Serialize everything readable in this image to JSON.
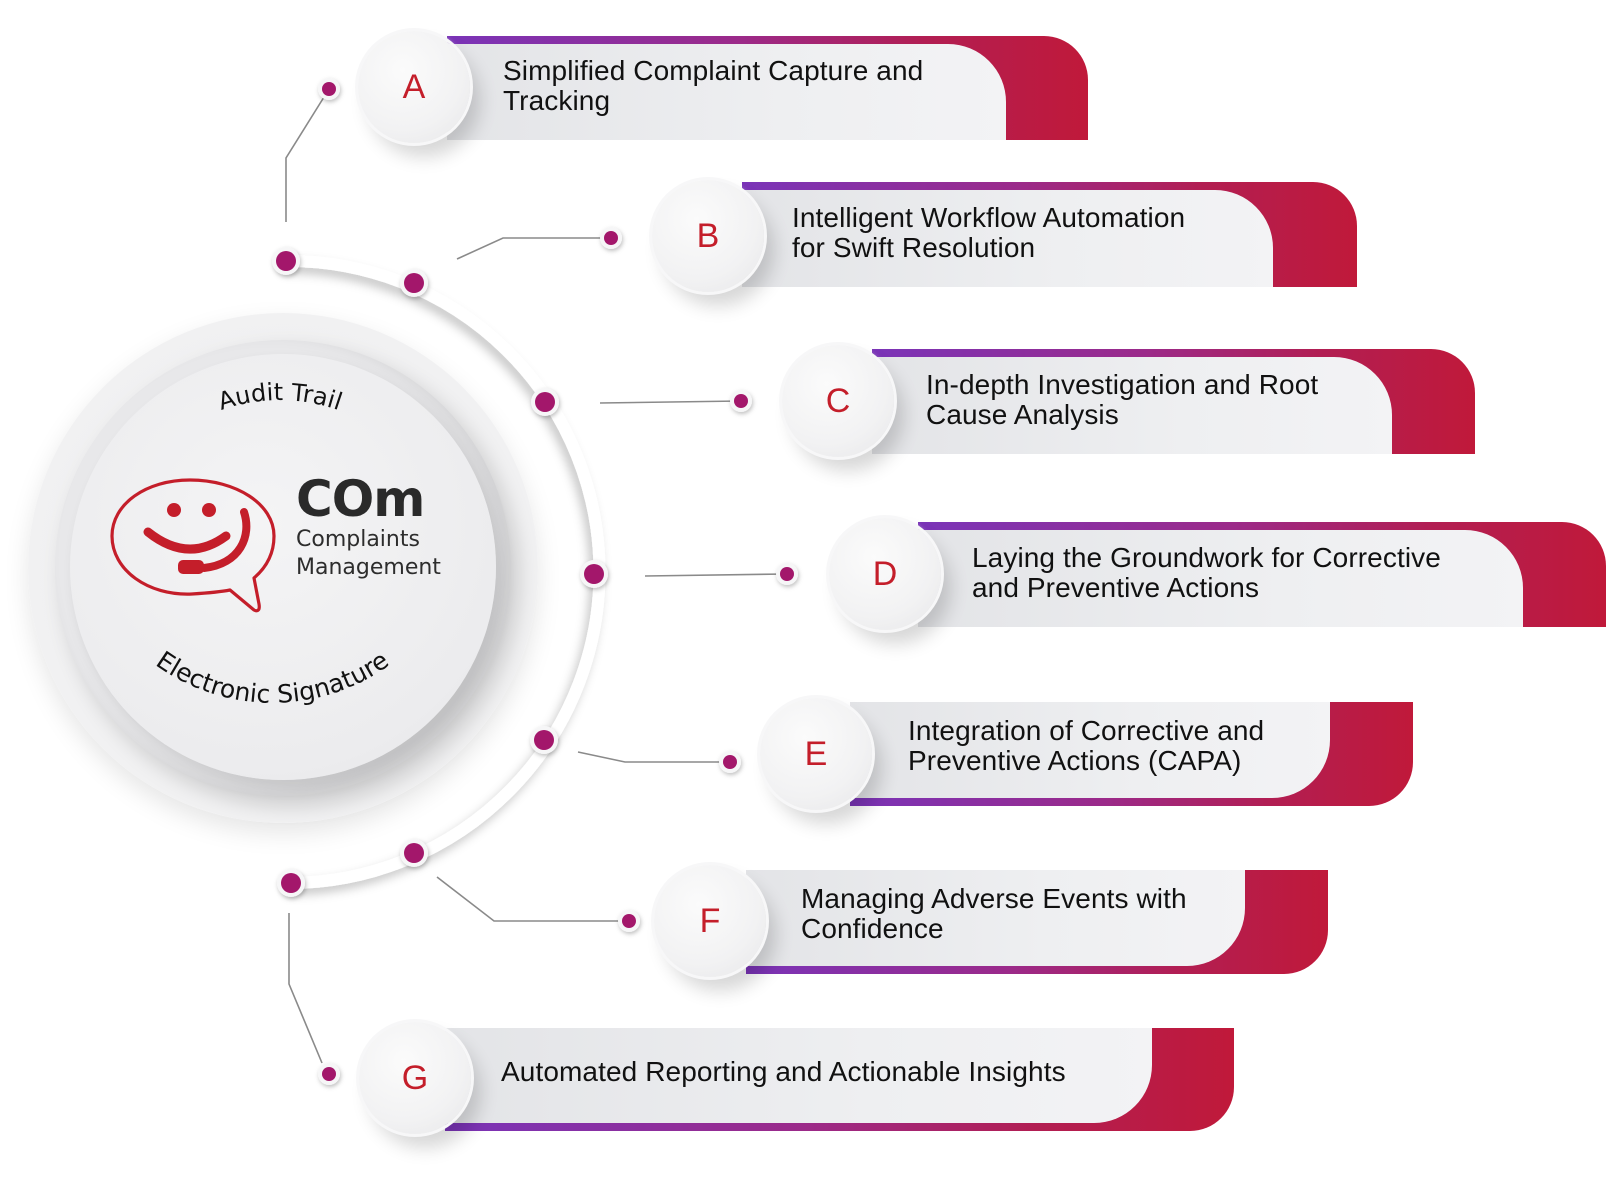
{
  "center": {
    "brand": "COm",
    "subtitle_line1": "Complaints",
    "subtitle_line2": "Management",
    "top_curved_text": "Audit Trail",
    "bottom_curved_text": "Electronic Signature",
    "logo_icon": "smiling-chat-bubble-headset-icon"
  },
  "colors": {
    "accent_red": "#c41e2a",
    "dot_magenta": "#a3176b",
    "gradient_start_purple": "#7a34b8",
    "gradient_end_red": "#c0193a",
    "panel_gray": "#eeeff1",
    "text_dark": "#111111"
  },
  "items": [
    {
      "letter": "A",
      "line1": "Simplified Complaint Capture and",
      "line2": "Tracking"
    },
    {
      "letter": "B",
      "line1": "Intelligent Workflow Automation",
      "line2": "for Swift Resolution"
    },
    {
      "letter": "C",
      "line1": "In-depth Investigation and Root",
      "line2": "Cause Analysis"
    },
    {
      "letter": "D",
      "line1": "Laying the Groundwork for Corrective",
      "line2": "and Preventive Actions"
    },
    {
      "letter": "E",
      "line1": "Integration of Corrective and",
      "line2": "Preventive Actions (CAPA)"
    },
    {
      "letter": "F",
      "line1": "Managing Adverse Events with",
      "line2": "Confidence"
    },
    {
      "letter": "G",
      "line1": "Automated Reporting and Actionable Insights",
      "line2": ""
    }
  ]
}
